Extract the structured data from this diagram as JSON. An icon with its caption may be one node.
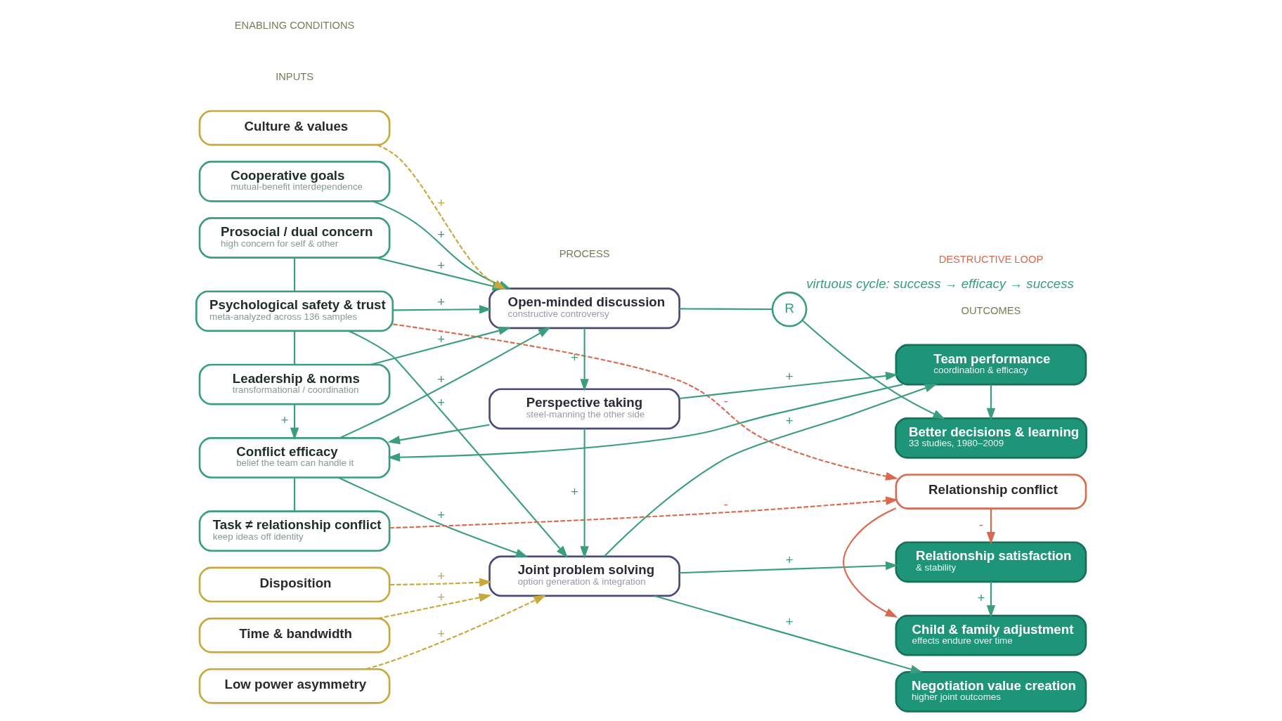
{
  "diagram": {
    "nodes": [
      {
        "text": [
          "Cooperative goals",
          "mutual-benefit interdependence"
        ]
      },
      {
        "text": [
          "Prosocial / dual concern",
          "high concern for self & other"
        ]
      },
      {
        "text": [
          "Psychological safety & trust",
          "meta-analyzed across 136 samples"
        ]
      },
      {
        "text": [
          "Leadership & norms",
          "transformational / coordination"
        ]
      },
      {
        "text": [
          "Conflict efficacy",
          "belief the team can handle it"
        ]
      },
      {
        "text": [
          "Task ≠ relationship conflict",
          "keep ideas off identity"
        ]
      },
      {
        "text": [
          "Open-minded discussion",
          "constructive controversy"
        ]
      },
      {
        "text": [
          "Perspective taking",
          "steel-manning the other side"
        ]
      },
      {
        "text": [
          "Joint problem solving",
          "option generation & integration"
        ]
      },
      {
        "text": [
          "Better decisions & learning",
          "33 studies, 1980–2009"
        ]
      },
      {
        "text": [
          "Team performance",
          "coordination & efficacy"
        ]
      },
      {
        "text": [
          "Negotiation value creation",
          "higher joint outcomes"
        ]
      },
      {
        "text": [
          "Relationship satisfaction",
          "& stability"
        ]
      },
      {
        "text": [
          "Child & family adjustment",
          "effects endure over time"
        ]
      },
      {
        "text": [
          "Relationship conflict"
        ]
      },
      {
        "text": [
          "Time & bandwidth"
        ]
      },
      {
        "text": [
          "Low power asymmetry"
        ]
      },
      {
        "text": [
          "Culture & values"
        ]
      },
      {
        "text": [
          "Disposition"
        ]
      },
      {
        "text": [
          "R"
        ],
        "beside": [
          "virtuous cycle: success → efficacy → success"
        ]
      }
    ],
    "edges": [
      {
        "from": 0,
        "to": 6,
        "arrow": "to",
        "label": "+"
      },
      {
        "from": 1,
        "to": 6,
        "arrow": "to",
        "label": "+"
      },
      {
        "from": 2,
        "to": 6,
        "arrow": "to",
        "label": "+"
      },
      {
        "from": 3,
        "to": 6,
        "arrow": "to",
        "label": "+"
      },
      {
        "from": 4,
        "to": 6,
        "arrow": "to",
        "label": "+"
      },
      {
        "from": 2,
        "to": 8,
        "arrow": "to",
        "label": "+"
      },
      {
        "from": 4,
        "to": 8,
        "arrow": "to",
        "label": "+"
      },
      {
        "from": 3,
        "to": 4,
        "arrow": "to",
        "label": "+"
      },
      {
        "from": 1,
        "to": 2,
        "arrow": "none"
      },
      {
        "from": 2,
        "to": 3,
        "arrow": "none"
      },
      {
        "from": 4,
        "to": 5,
        "arrow": "none"
      },
      {
        "from": 6,
        "to": 7,
        "arrow": "to",
        "label": "+"
      },
      {
        "from": 7,
        "to": 8,
        "arrow": "to",
        "label": "+"
      },
      {
        "from": 7,
        "to": 4,
        "arrow": "to"
      },
      {
        "from": 10,
        "to": 4,
        "arrow": "to"
      },
      {
        "from": 6,
        "to": 19,
        "arrow": "none"
      },
      {
        "from": 19,
        "to": 9,
        "arrow": "to"
      },
      {
        "from": 10,
        "to": 9,
        "arrow": "to"
      },
      {
        "from": 7,
        "to": 10,
        "arrow": "to",
        "label": "+"
      },
      {
        "from": 8,
        "to": 10,
        "arrow": "to",
        "label": "+"
      },
      {
        "from": 8,
        "to": 11,
        "arrow": "to",
        "label": "+"
      },
      {
        "from": 8,
        "to": 12,
        "arrow": "to",
        "label": "+"
      },
      {
        "from": 12,
        "to": 13,
        "arrow": "to",
        "label": "+"
      },
      {
        "from": 14,
        "to": 12,
        "arrow": "to",
        "label": "-",
        "color": "#d9694f"
      },
      {
        "from": 14,
        "to": 13,
        "arrow": "to",
        "color": "#d9694f"
      },
      {
        "from": 2,
        "to": 14,
        "arrow": "to",
        "label": "-",
        "style": "dashed",
        "color": "#d9694f"
      },
      {
        "from": 5,
        "to": 14,
        "arrow": "to",
        "label": "-",
        "style": "dashed",
        "color": "#d9694f"
      },
      {
        "from": 15,
        "to": 8,
        "arrow": "to",
        "label": "+",
        "style": "dashed",
        "color": "#c8a83a"
      },
      {
        "from": 16,
        "to": 8,
        "arrow": "to",
        "label": "+",
        "style": "dashed",
        "color": "#c8a83a"
      },
      {
        "from": 17,
        "to": 6,
        "arrow": "to",
        "label": "+",
        "style": "dashed",
        "color": "#c8a83a"
      },
      {
        "from": 18,
        "to": 8,
        "arrow": "to",
        "label": "+",
        "style": "dashed",
        "color": "#c8a83a"
      }
    ],
    "labels": [
      "INPUTS",
      "PROCESS",
      "OUTCOMES",
      "DESTRUCTIVE LOOP",
      "ENABLING CONDITIONS"
    ]
  }
}
